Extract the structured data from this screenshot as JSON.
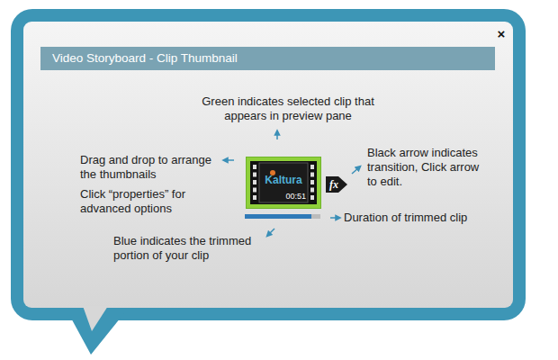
{
  "diagram": {
    "title": "Video Storyboard - Clip Thumbnail",
    "nodes": [
      {
        "text": [
          "Kaltura",
          "00:51"
        ]
      },
      {
        "text": [
          "fx"
        ]
      }
    ],
    "labels": [
      "×",
      "Green indicates selected clip that appears in preview pane",
      "Drag and drop to arrange the thumbnails",
      "Click “properties” for advanced options",
      "Black arrow indicates transition, Click arrow to edit.",
      "Duration of trimmed clip",
      "Blue indicates the trimmed portion of your clip"
    ]
  }
}
